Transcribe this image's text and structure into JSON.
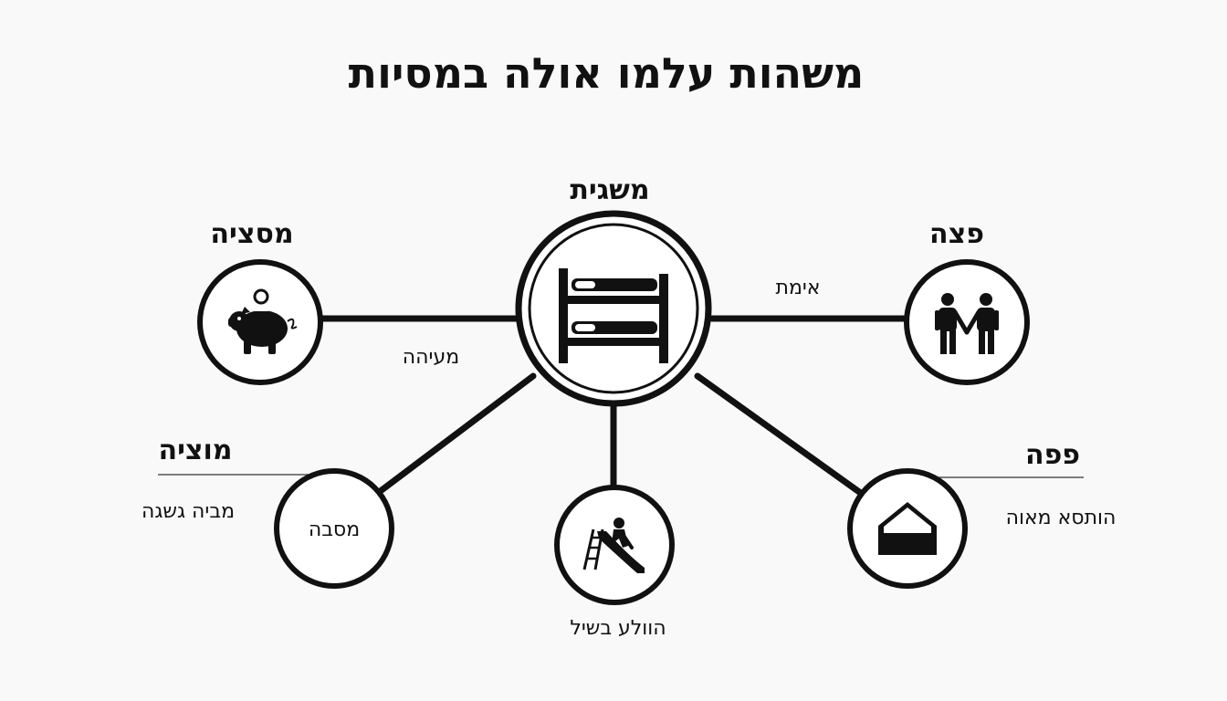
{
  "title": "משהות עלמו אולה במסיות",
  "center": {
    "heading": "משגית",
    "icon": "bunk-bed-icon"
  },
  "nodes": {
    "top_left": {
      "heading": "מסציה",
      "edge_label": "מעיהה",
      "icon": "piggy-bank-icon"
    },
    "top_right": {
      "heading": "פצה",
      "edge_label": "אימת",
      "icon": "two-people-icon"
    },
    "bottom_left": {
      "heading": "מוציה",
      "side_label": "מביה גשגה",
      "inner_label": "מסבה"
    },
    "bottom_center": {
      "label": "הוולע בשיל",
      "icon": "slide-icon"
    },
    "bottom_right": {
      "heading": "פפה",
      "side_label": "הותסא מאוה",
      "icon": "house-icon"
    }
  },
  "colors": {
    "ink": "#111111",
    "background": "#f8f9f8",
    "rule": "#555555"
  }
}
